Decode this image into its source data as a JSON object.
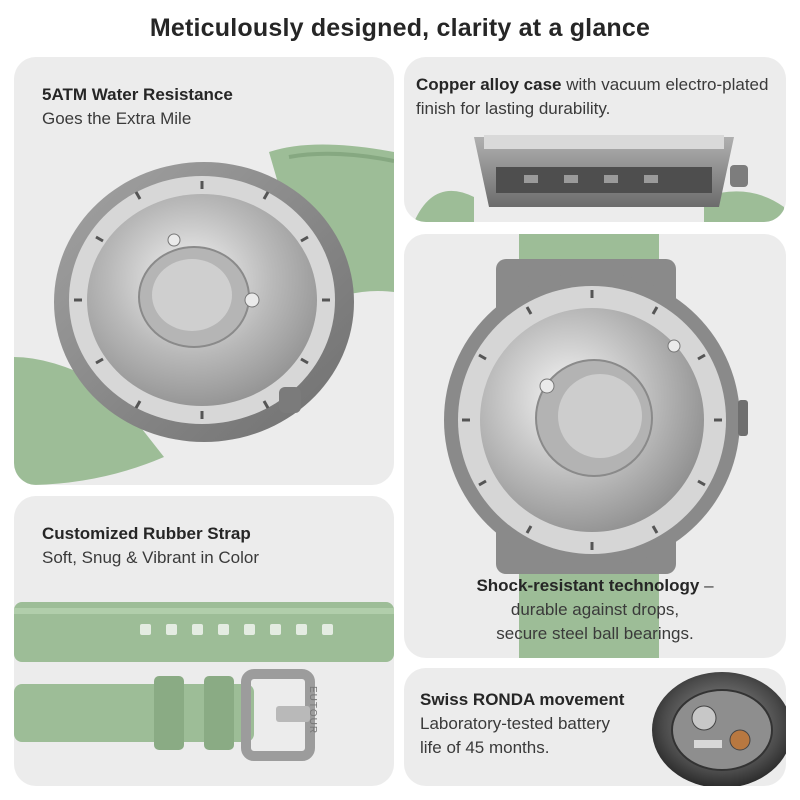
{
  "headline": "Meticulously designed, clarity at a glance",
  "colors": {
    "card_bg": "#ececec",
    "strap_green": "#9dbd97",
    "case_gray": "#8a8a8a",
    "dial_silver": "#c9c9c9"
  },
  "cards": {
    "water": {
      "title": "5ATM Water Resistance",
      "subtitle": "Goes the Extra Mile"
    },
    "case": {
      "bold": "Copper alloy case",
      "rest": " with vacuum electro-plated finish for lasting durability."
    },
    "shock": {
      "bold": "Shock-resistant technology",
      "line1_rest": " –",
      "line2": "durable against drops,",
      "line3": "secure steel ball bearings."
    },
    "strap": {
      "title": "Customized Rubber Strap",
      "subtitle": "Soft, Snug & Vibrant in Color",
      "buckle_engraving": "EUTOUR"
    },
    "movement": {
      "title": "Swiss RONDA movement",
      "line1": "Laboratory-tested battery",
      "line2": "life of 45 months."
    }
  }
}
